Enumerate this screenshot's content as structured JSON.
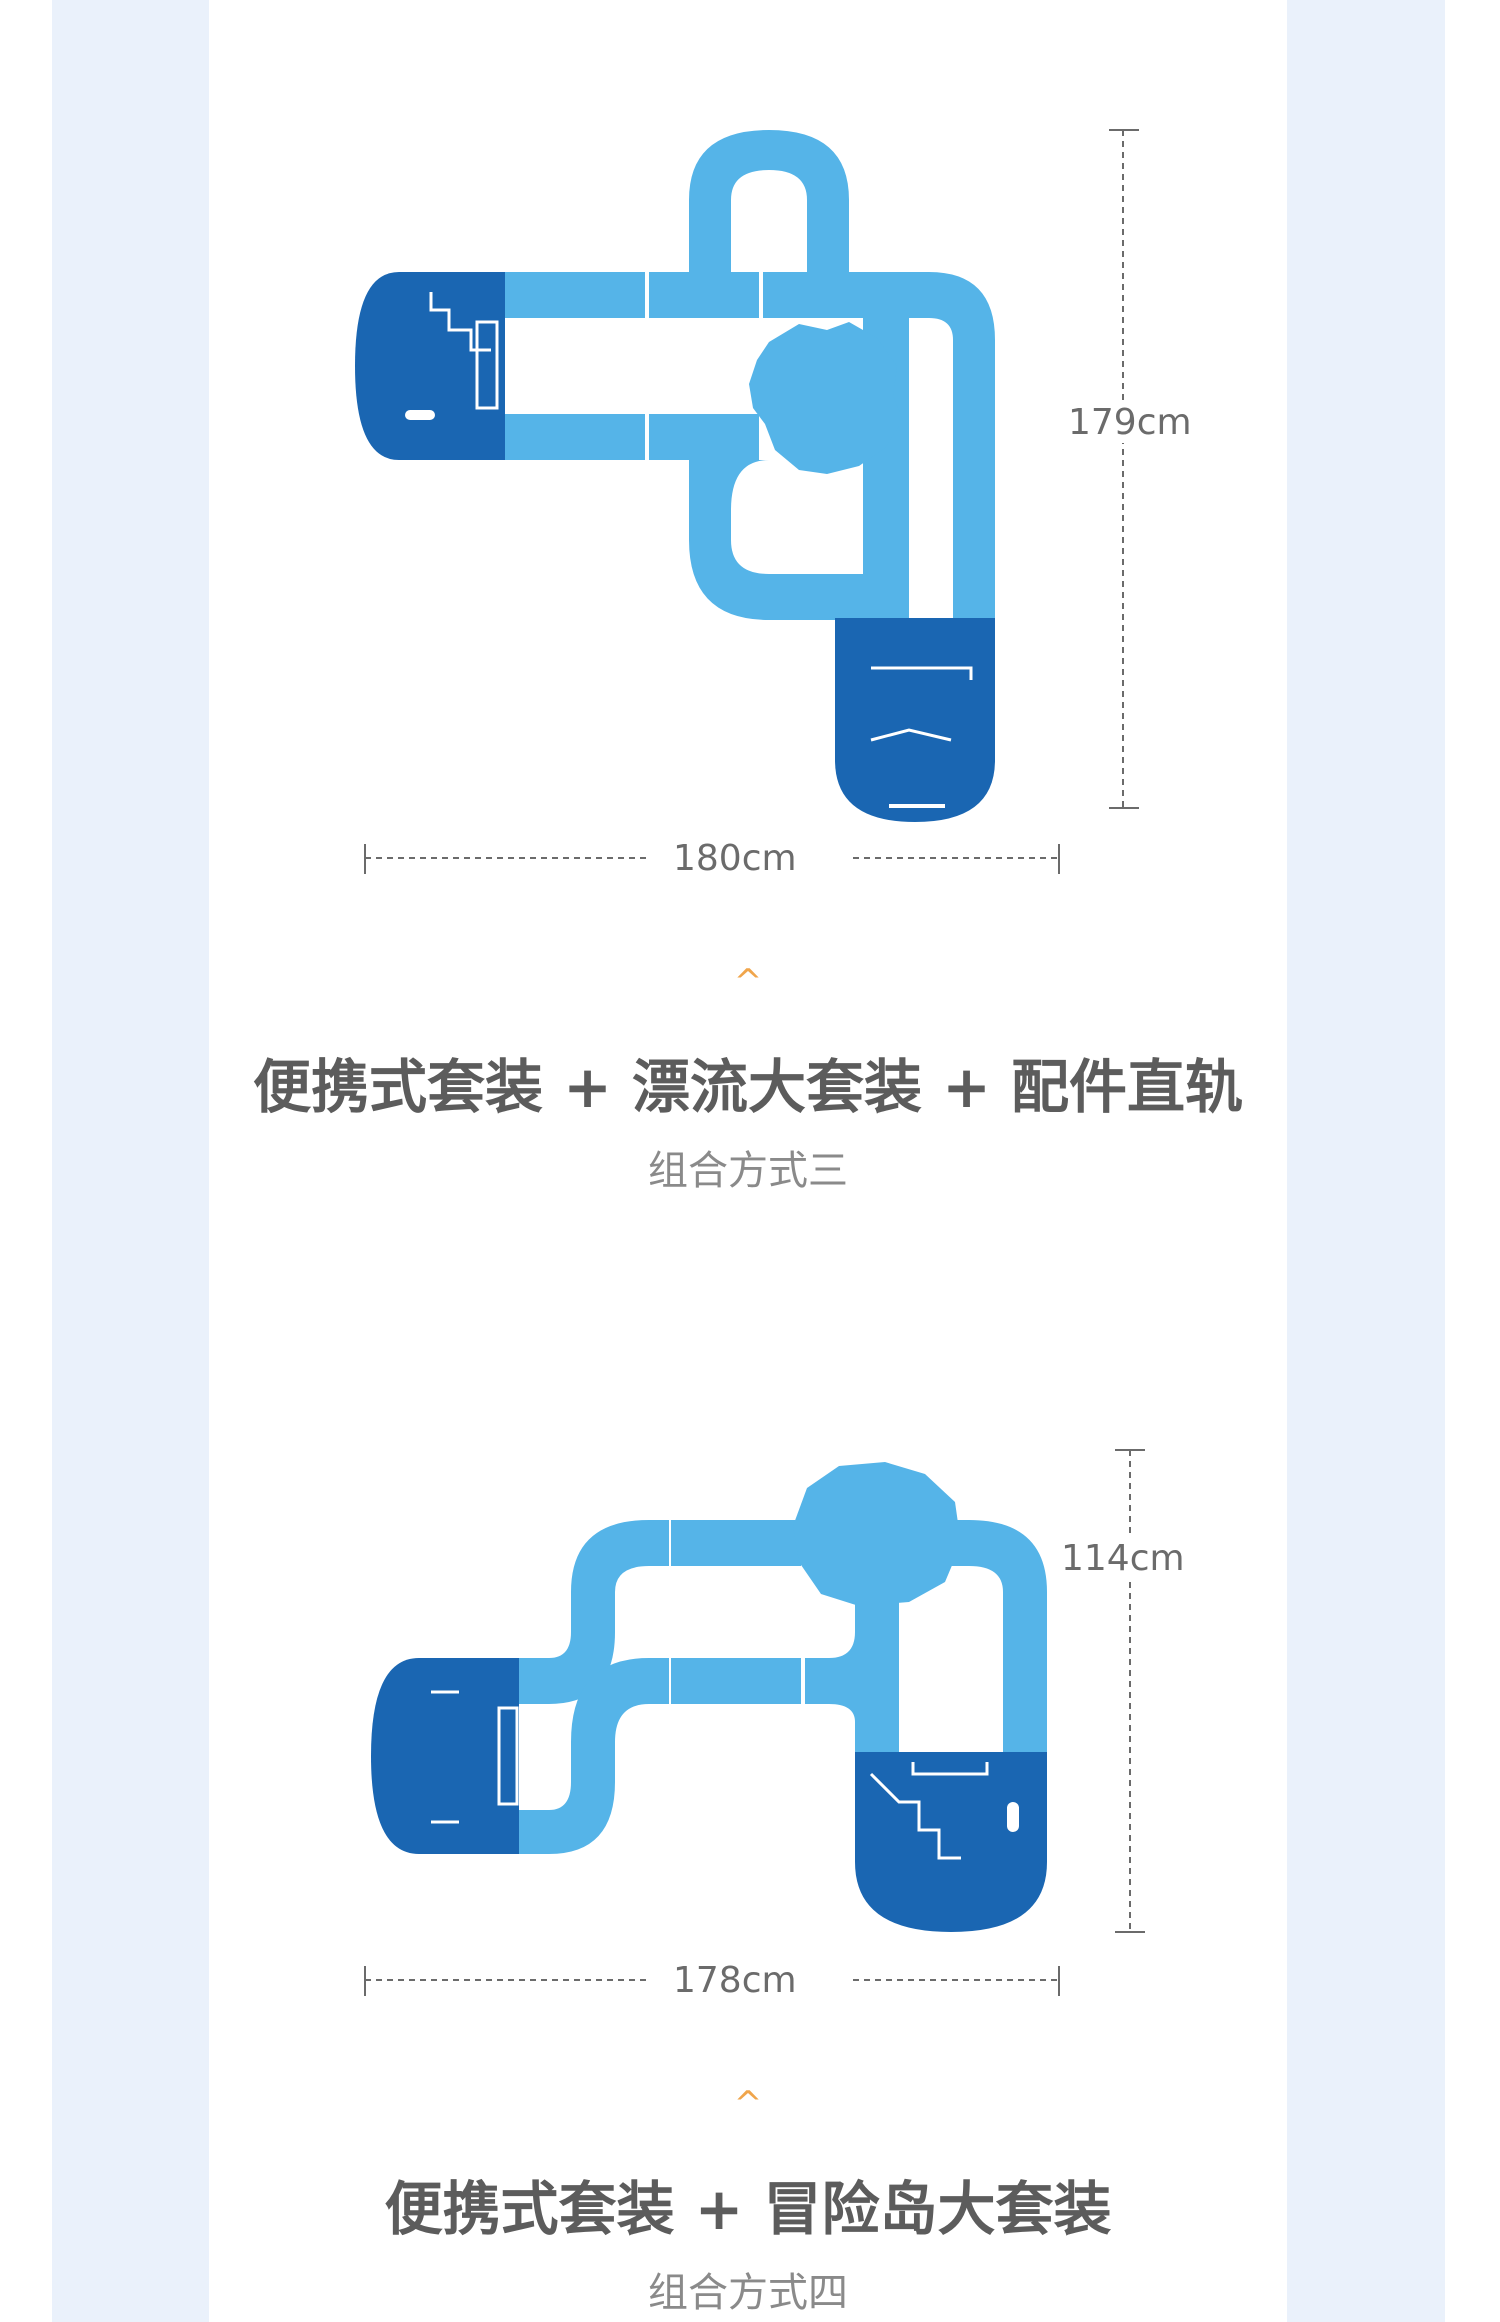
{
  "colors": {
    "background": "#eaf1fb",
    "card": "#ffffff",
    "track_light": "#55b4e8",
    "track_dark": "#1a66b2",
    "accent_caret": "#f0a54b",
    "title_text": "#5c5c5c",
    "subtitle_text": "#8a8a8a"
  },
  "sections": [
    {
      "height_label": "179cm",
      "width_label": "180cm",
      "caret": "^",
      "title": "便携式套装 + 漂流大套装 + 配件直轨",
      "subtitle": "组合方式三"
    },
    {
      "height_label": "114cm",
      "width_label": "178cm",
      "caret": "^",
      "title": "便携式套装 + 冒险岛大套装",
      "subtitle": "组合方式四"
    }
  ]
}
